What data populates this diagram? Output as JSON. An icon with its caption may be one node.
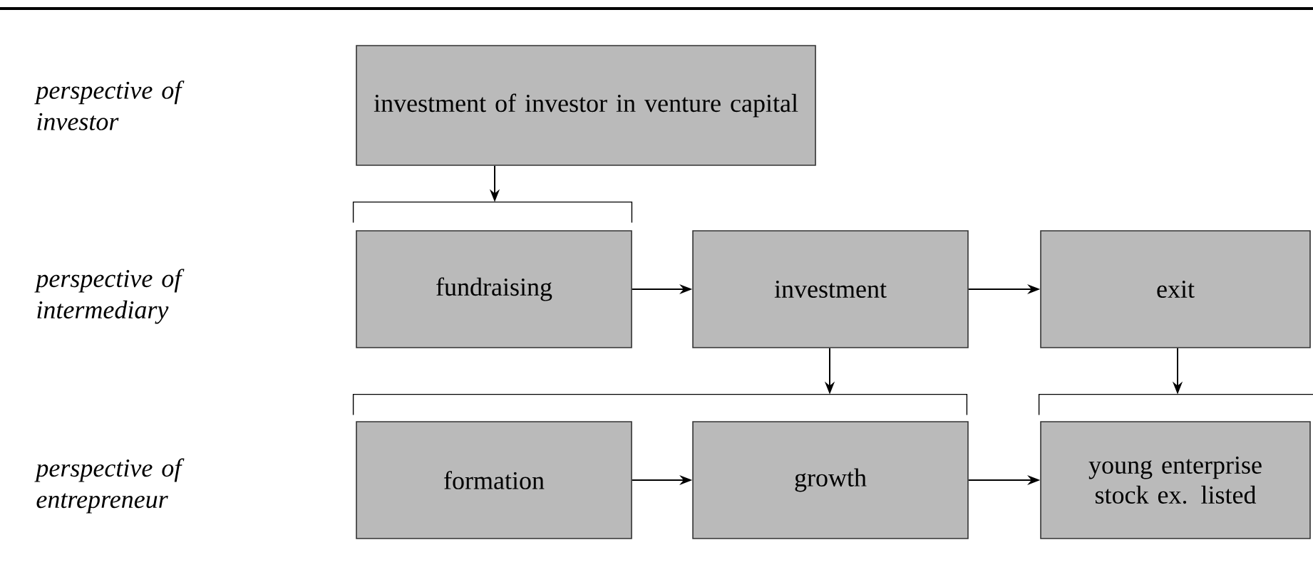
{
  "diagram": {
    "nodes": [
      {
        "text": [
          "investment of investor in venture capital"
        ]
      },
      {
        "text": [],
        "shape": "bracket"
      },
      {
        "text": [
          "fundraising"
        ]
      },
      {
        "text": [
          "investment"
        ]
      },
      {
        "text": [
          "exit"
        ]
      },
      {
        "text": [],
        "shape": "bracket"
      },
      {
        "text": [],
        "shape": "bracket"
      },
      {
        "text": [
          "formation"
        ]
      },
      {
        "text": [
          "growth"
        ]
      },
      {
        "text": [
          "young enterprise stock ex. listed"
        ]
      }
    ],
    "edges": [
      {
        "from": 0,
        "to": 1,
        "arrow": "to"
      },
      {
        "from": 2,
        "to": 3,
        "arrow": "to"
      },
      {
        "from": 3,
        "to": 4,
        "arrow": "to"
      },
      {
        "from": 3,
        "to": 5,
        "arrow": "to"
      },
      {
        "from": 4,
        "to": 6,
        "arrow": "to"
      },
      {
        "from": 7,
        "to": 8,
        "arrow": "to"
      },
      {
        "from": 8,
        "to": 9,
        "arrow": "to"
      }
    ],
    "labels": [
      "perspective of investor",
      "perspective of intermediary",
      "perspective of entrepreneur"
    ]
  }
}
